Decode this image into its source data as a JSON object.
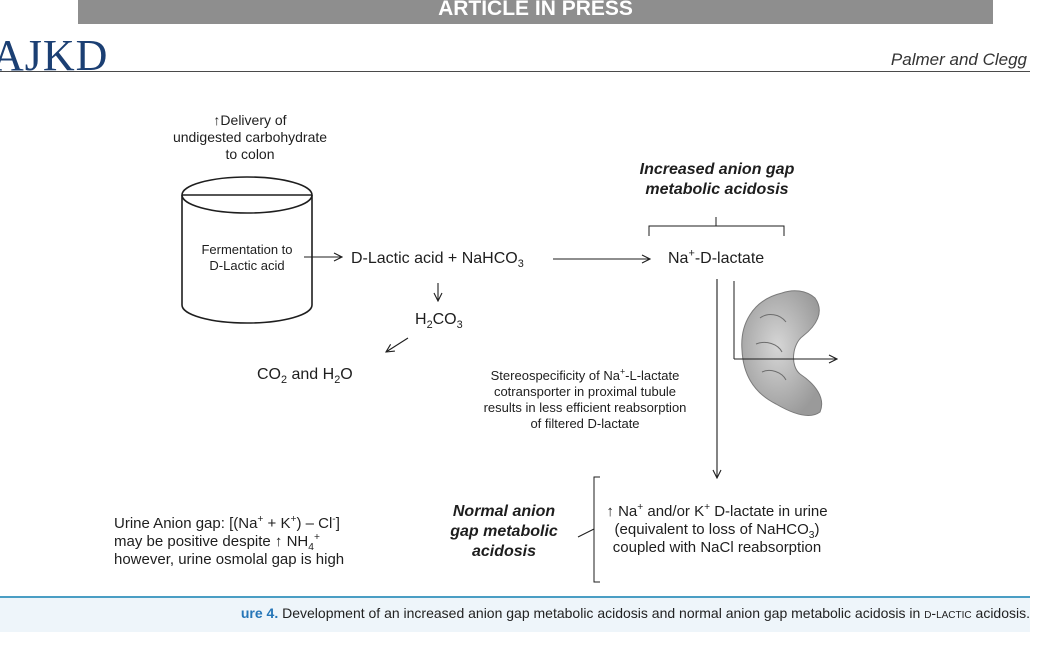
{
  "header": {
    "banner": "ARTICLE IN PRESS",
    "journal": "AJKD",
    "authors": "Palmer and Clegg"
  },
  "diagram": {
    "delivery_lines": [
      "↑Delivery of",
      "undigested carbohydrate",
      "to colon"
    ],
    "fermentation_lines": [
      "Fermentation to",
      "D-Lactic acid"
    ],
    "reactants_html": "D-Lactic acid + NaHCO<sub>3</sub>",
    "na_d_lactate_html": "Na<sup>+</sup>-D-lactate",
    "h2co3_html": "H<sub>2</sub>CO<sub>3</sub>",
    "co2_h2o_html": "CO<sub>2</sub> and H<sub>2</sub>O",
    "increased_title_lines": [
      "Increased anion gap",
      "metabolic acidosis"
    ],
    "stereo_lines": [
      "Stereospecificity of Na<sup>+</sup>-L-lactate",
      "cotransporter in proximal tubule",
      "results in less efficient reabsorption",
      "of filtered D-lactate"
    ],
    "normal_title_lines": [
      "Normal anion",
      "gap metabolic",
      "acidosis"
    ],
    "urine_result_lines": [
      "↑ Na<sup>+</sup> and/or K<sup>+</sup> D-lactate in urine",
      "(equivalent to loss of NaHCO<sub>3</sub>)",
      "coupled with NaCl reabsorption"
    ],
    "urine_anion_gap_lines": [
      "Urine Anion gap: [(Na<sup>+</sup> + K<sup>+</sup>) – Cl<sup>-</sup>]",
      "may be positive despite ↑ NH<sub>4</sub><sup>+</sup>",
      "however, urine osmolal gap is high"
    ]
  },
  "caption": {
    "label": "ure 4.",
    "text_before": " Development of an increased anion gap metabolic acidosis and normal anion gap metabolic acidosis in ",
    "dlactic": "d-lactic",
    "text_after": " acidosis."
  },
  "colors": {
    "banner_bg": "#8e8e8e",
    "journal_blue": "#1b3f73",
    "caption_blue": "#2676b8",
    "caption_rule": "#4a9ec4"
  }
}
